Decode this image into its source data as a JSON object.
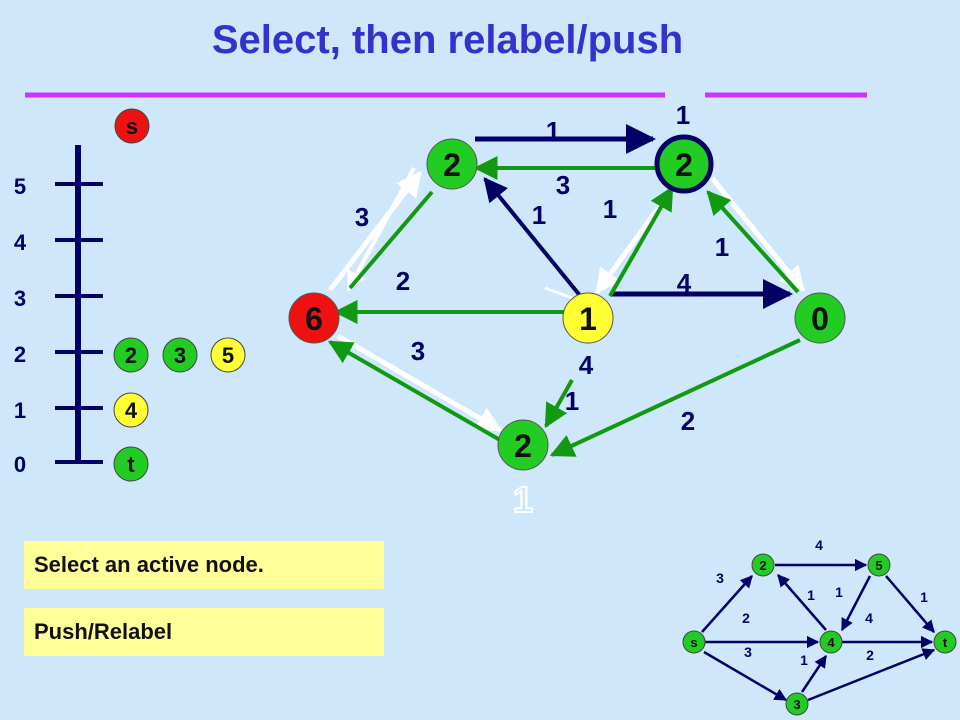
{
  "title": "Select, then relabel/push",
  "messages": {
    "select": "Select an active node.",
    "push": "Push/Relabel"
  },
  "colors": {
    "background": "#cfe7fb",
    "title": "#3333cc",
    "rule": "#cc33ff",
    "green_node": "#22cc22",
    "yellow_node": "#ffff33",
    "red_node": "#ee1111",
    "forward_edge": "#000066",
    "residual_edge": "#119911",
    "message_box": "#ffff99"
  },
  "height_scale": {
    "labels": [
      "5",
      "4",
      "3",
      "2",
      "1",
      "0"
    ],
    "buckets": [
      {
        "level": "s",
        "nodes": [
          {
            "text": "s",
            "color": "red"
          }
        ]
      },
      {
        "level": "2",
        "nodes": [
          {
            "text": "2",
            "color": "green"
          },
          {
            "text": "3",
            "color": "green"
          },
          {
            "text": "5",
            "color": "yellow"
          }
        ]
      },
      {
        "level": "1",
        "nodes": [
          {
            "text": "4",
            "color": "yellow"
          }
        ]
      },
      {
        "level": "0",
        "nodes": [
          {
            "text": "t",
            "color": "green"
          }
        ]
      }
    ]
  },
  "main_graph": {
    "nodes": [
      {
        "id": "n2",
        "label": "2",
        "color": "green",
        "active": false
      },
      {
        "id": "n5",
        "label": "2",
        "color": "green",
        "active": true
      },
      {
        "id": "ns",
        "label": "6",
        "color": "red",
        "active": false
      },
      {
        "id": "n4",
        "label": "1",
        "color": "yellow",
        "active": false
      },
      {
        "id": "nt",
        "label": "0",
        "color": "green",
        "active": false
      },
      {
        "id": "n3",
        "label": "2",
        "color": "green",
        "active": false
      }
    ],
    "labels": {
      "excess_n5": "1",
      "excess_n3": "1",
      "n2_n5": "1",
      "n5_n2": "3",
      "s_n2": "3",
      "n4_n2": "1",
      "n5_n4": "1",
      "n5_nt": "1",
      "n4_s": "2",
      "n4_nt": "4",
      "s_n3": "3",
      "n4_n3_top": "4",
      "n4_n3_bottom": "1",
      "nt_n3": "2"
    }
  },
  "mini_graph": {
    "nodes": [
      "2",
      "5",
      "s",
      "4",
      "t",
      "3"
    ],
    "labels": [
      "4",
      "3",
      "1",
      "1",
      "1",
      "2",
      "4",
      "3",
      "1",
      "2"
    ]
  }
}
